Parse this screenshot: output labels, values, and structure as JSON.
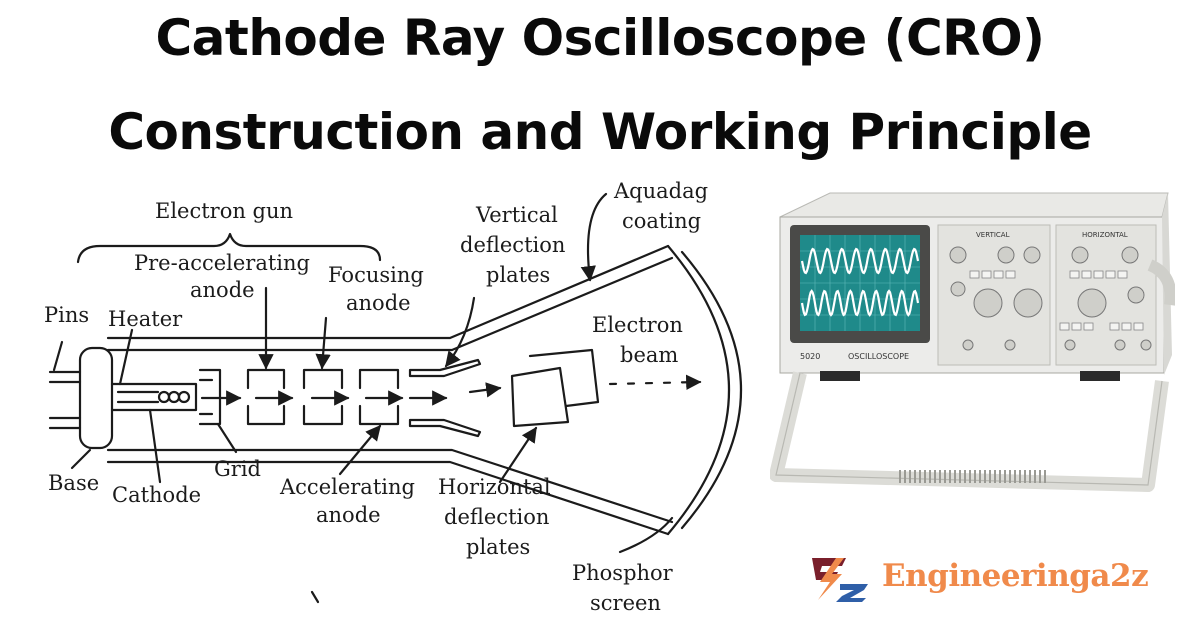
{
  "title": {
    "line1": "Cathode Ray Oscilloscope (CRO)",
    "line2": "Construction and Working Principle"
  },
  "diagram": {
    "labels": {
      "electron_gun": "Electron gun",
      "pre_accelerating_1": "Pre-accelerating",
      "pre_accelerating_2": "anode",
      "focusing_1": "Focusing",
      "focusing_2": "anode",
      "vertical_1": "Vertical",
      "vertical_2": "deflection",
      "vertical_3": "plates",
      "aquadag_1": "Aquadag",
      "aquadag_2": "coating",
      "pins": "Pins",
      "heater": "Heater",
      "electron_beam_1": "Electron",
      "electron_beam_2": "beam",
      "base": "Base",
      "cathode": "Cathode",
      "grid": "Grid",
      "accelerating_1": "Accelerating",
      "accelerating_2": "anode",
      "horizontal_1": "Horizontal",
      "horizontal_2": "deflection",
      "horizontal_3": "plates",
      "phosphor_1": "Phosphor",
      "phosphor_2": "screen"
    }
  },
  "oscilloscope": {
    "model": "5020",
    "name": "OSCILLOSCOPE",
    "sections": {
      "vertical": "VERTICAL",
      "horizontal": "HORIZONTAL"
    }
  },
  "brand": {
    "name": "Engineeringa2z",
    "colors": {
      "orange": "#f08a4b",
      "maroon": "#7a1f2b",
      "blue": "#2f5fa8"
    }
  }
}
